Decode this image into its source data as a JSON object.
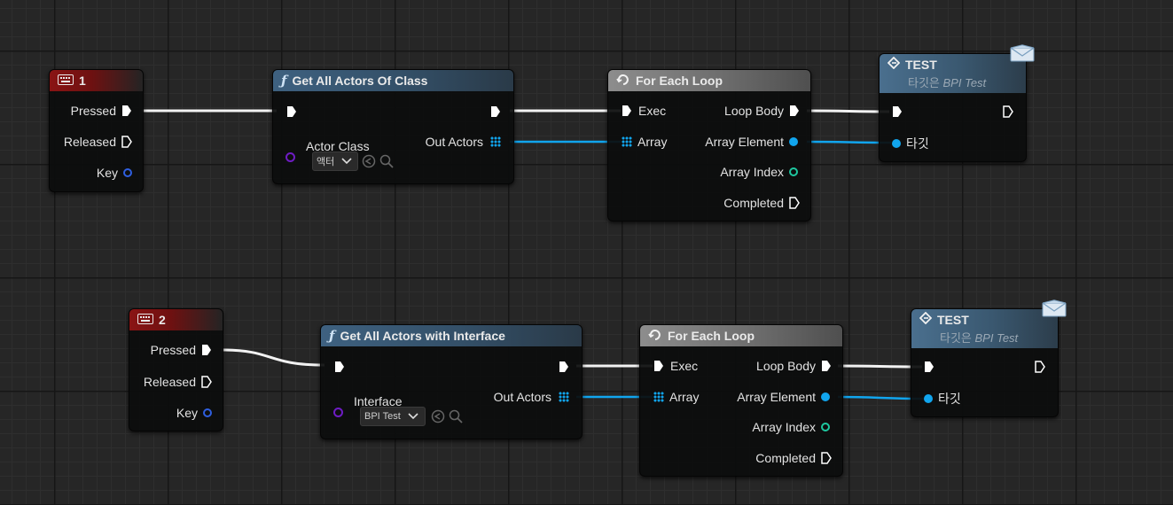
{
  "colors": {
    "exec": "#ffffff",
    "object": "#11a5ee",
    "struct": "#2f5fe0",
    "int": "#1ec8a0",
    "class": "#6e1cc4",
    "event_hdr": "#3a5870",
    "func_hdr": "#334f67"
  },
  "graph": {
    "top": {
      "input": {
        "title": "1",
        "icon": "keyboard-icon",
        "pins": {
          "pressed": "Pressed",
          "released": "Released",
          "key": "Key"
        }
      },
      "get_actors": {
        "title": "Get All Actors Of Class",
        "icon": "function-icon",
        "param_label": "Actor Class",
        "param_value": "액터",
        "out_label": "Out Actors"
      },
      "loop": {
        "title": "For Each Loop",
        "icon": "loop-icon",
        "exec": "Exec",
        "array": "Array",
        "loop_body": "Loop Body",
        "array_element": "Array Element",
        "array_index": "Array Index",
        "completed": "Completed"
      },
      "event": {
        "title": "TEST",
        "subtitle_prefix": "타깃은",
        "subtitle_target": "BPI Test",
        "target_pin": "타깃",
        "icon": "message-icon"
      }
    },
    "bottom": {
      "input": {
        "title": "2",
        "icon": "keyboard-icon",
        "pins": {
          "pressed": "Pressed",
          "released": "Released",
          "key": "Key"
        }
      },
      "get_actors": {
        "title": "Get All Actors with Interface",
        "icon": "function-icon",
        "param_label": "Interface",
        "param_value": "BPI Test",
        "out_label": "Out Actors"
      },
      "loop": {
        "title": "For Each Loop",
        "icon": "loop-icon",
        "exec": "Exec",
        "array": "Array",
        "loop_body": "Loop Body",
        "array_element": "Array Element",
        "array_index": "Array Index",
        "completed": "Completed"
      },
      "event": {
        "title": "TEST",
        "subtitle_prefix": "타깃은",
        "subtitle_target": "BPI Test",
        "target_pin": "타깃",
        "icon": "message-icon"
      }
    }
  }
}
